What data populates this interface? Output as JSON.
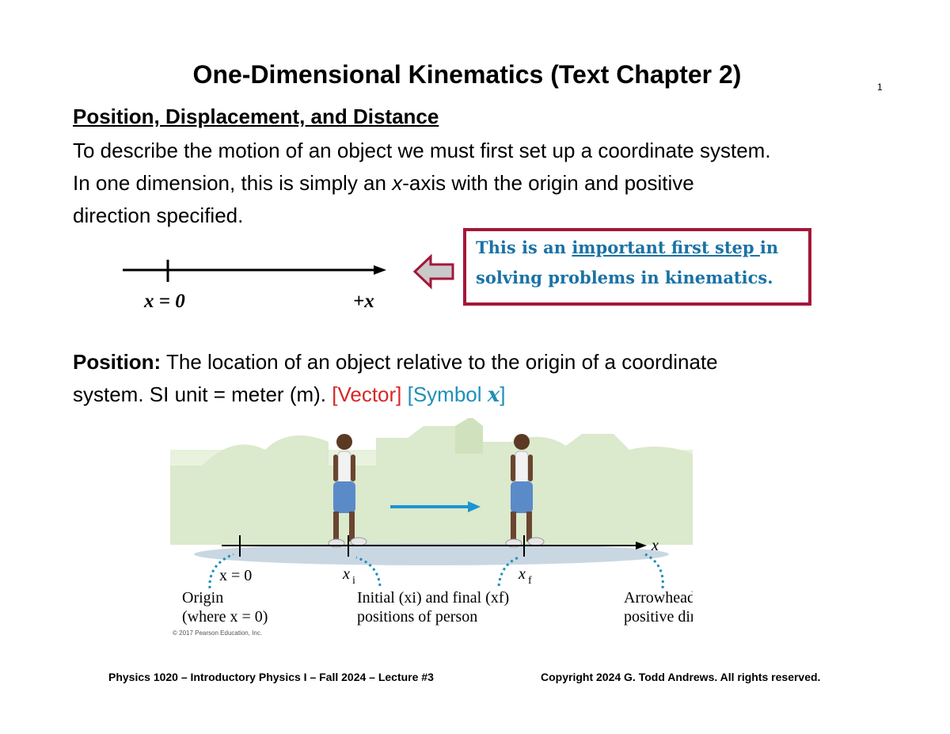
{
  "title": "One-Dimensional Kinematics (Text Chapter 2)",
  "page_number": "1",
  "heading": "Position, Displacement, and Distance",
  "intro": {
    "p1": "To describe the motion of an object we must first set up a coordinate system.",
    "p2a": "In one dimension, this is simply an ",
    "p2var": "x",
    "p2b": "-axis with the origin and positive",
    "p3": "direction specified."
  },
  "number_line": {
    "origin_label": "x = 0",
    "positive_label": "+x"
  },
  "callout": {
    "part1": "This is an ",
    "part2": "important first step ",
    "part3": "in",
    "line2": "solving problems in kinematics."
  },
  "position_def": {
    "term": "Position:",
    "text1": " The location of an object relative to the origin of a coordinate",
    "text2": "system. SI unit = meter (m). ",
    "vector": "[Vector]",
    "symbol_open": " [Symbol ",
    "symbol": "x",
    "symbol_close": "]"
  },
  "figure": {
    "axis_label": "x",
    "origin_tick": "x = 0",
    "xi_label": "x",
    "xi_sub": "i",
    "xf_label": "x",
    "xf_sub": "f",
    "origin_caption_1": "Origin",
    "origin_caption_2": "(where x = 0)",
    "positions_caption_1": "Initial (xi) and final (xf)",
    "positions_caption_2": "positions of person",
    "arrowhead_caption_1": "Arrowhead indicates",
    "arrowhead_caption_2": "positive direction.",
    "copyright": "© 2017 Pearson Education, Inc."
  },
  "footer": {
    "left": "Physics 1020 – Introductory Physics I – Fall 2024 – Lecture #3",
    "right": "Copyright 2024 G. Todd Andrews.  All rights reserved."
  },
  "colors": {
    "callout_border": "#a3173a",
    "callout_text": "#1a72a5",
    "vector_red": "#d62828",
    "teal": "#1f8fb7"
  }
}
